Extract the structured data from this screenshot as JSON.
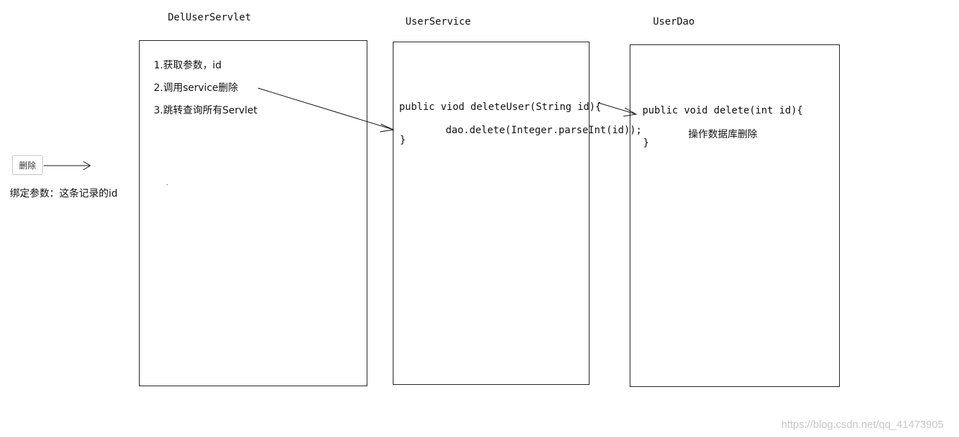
{
  "columns": {
    "servlet": {
      "title": "DelUserServlet",
      "steps": [
        "1.获取参数，id",
        "2.调用service删除",
        "3.跳转查询所有Servlet"
      ]
    },
    "service": {
      "title": "UserService",
      "code": [
        "public viod deleteUser(String id){",
        "dao.delete(Integer.parseInt(id));",
        "}"
      ]
    },
    "dao": {
      "title": "UserDao",
      "code": [
        "public void delete(int id){",
        "操作数据库删除",
        "}"
      ]
    }
  },
  "button": {
    "label": "删除"
  },
  "note": "绑定参数：这条记录的id",
  "watermark": "https://blog.csdn.net/qq_41473905"
}
